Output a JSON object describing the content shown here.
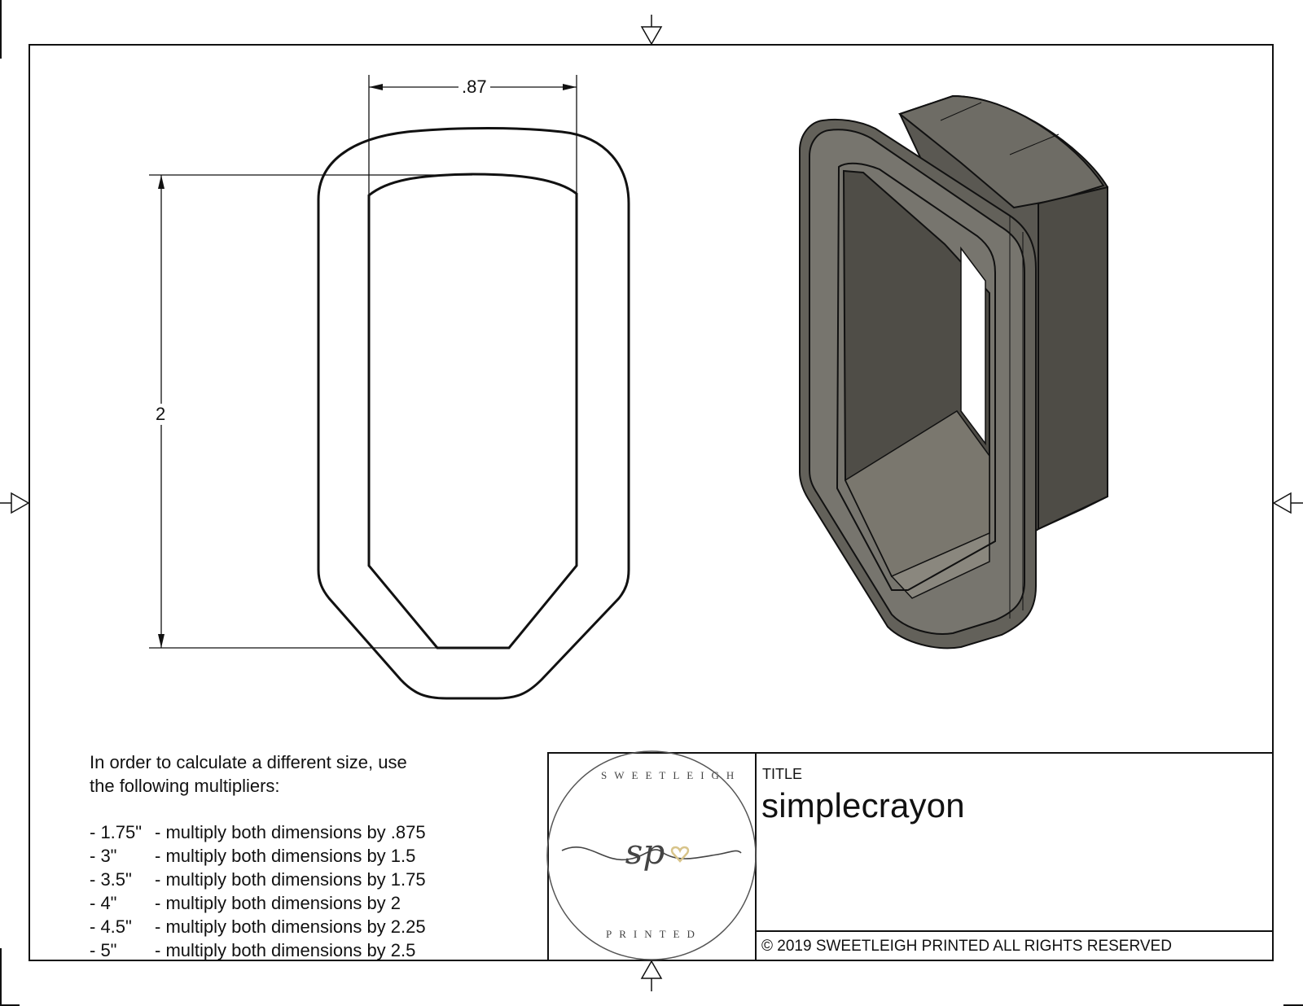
{
  "drawing": {
    "dimensions": {
      "width_label": ".87",
      "height_label": "2"
    },
    "views": [
      "flat-outline-view",
      "isometric-3d-view"
    ],
    "colors": {
      "line": "#111111",
      "model_face": "#5e5c55",
      "model_light": "#8b8981",
      "model_dark": "#46443e"
    }
  },
  "notes": {
    "intro_line1": "In order to calculate a different size, use",
    "intro_line2": "the following multipliers:",
    "multipliers": [
      {
        "size": "- 1.75\"",
        "text": "- multiply both dimensions by .875"
      },
      {
        "size": "- 3\"",
        "text": "- multiply both dimensions by 1.5"
      },
      {
        "size": "- 3.5\"",
        "text": "- multiply both dimensions by 1.75"
      },
      {
        "size": "- 4\"",
        "text": "- multiply both dimensions by 2"
      },
      {
        "size": "- 4.5\"",
        "text": "- multiply both dimensions by 2.25"
      },
      {
        "size": "- 5\"",
        "text": "- multiply both dimensions by 2.5"
      }
    ]
  },
  "title_block": {
    "logo": {
      "top_text": "SWEETLEIGH",
      "monogram": "sp",
      "bottom_text": "PRINTED",
      "heart_color": "#d8c48a"
    },
    "title_label": "TITLE",
    "title": "simplecrayon",
    "copyright": "© 2019  SWEETLEIGH PRINTED  ALL RIGHTS RESERVED"
  }
}
